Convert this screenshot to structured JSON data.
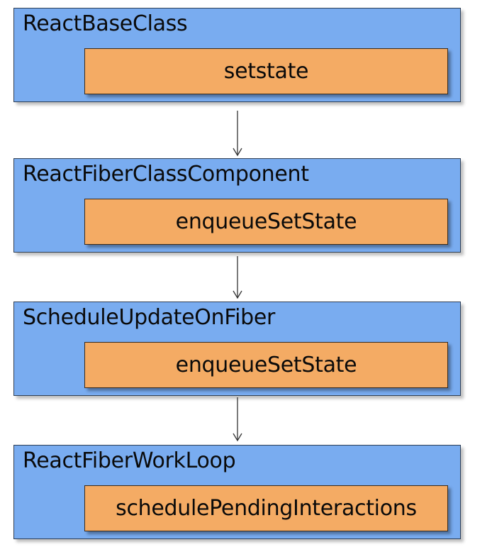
{
  "diagram": {
    "nodes": [
      {
        "title": "ReactBaseClass",
        "method": "setstate"
      },
      {
        "title": "ReactFiberClassComponent",
        "method": "enqueueSetState"
      },
      {
        "title": "ScheduleUpdateOnFiber",
        "method": "enqueueSetState"
      },
      {
        "title": "ReactFiberWorkLoop",
        "method": "schedulePendingInteractions"
      }
    ],
    "colors": {
      "outer_fill": "#79acf0",
      "inner_fill": "#f4ab64",
      "arrow": "#333333"
    }
  }
}
